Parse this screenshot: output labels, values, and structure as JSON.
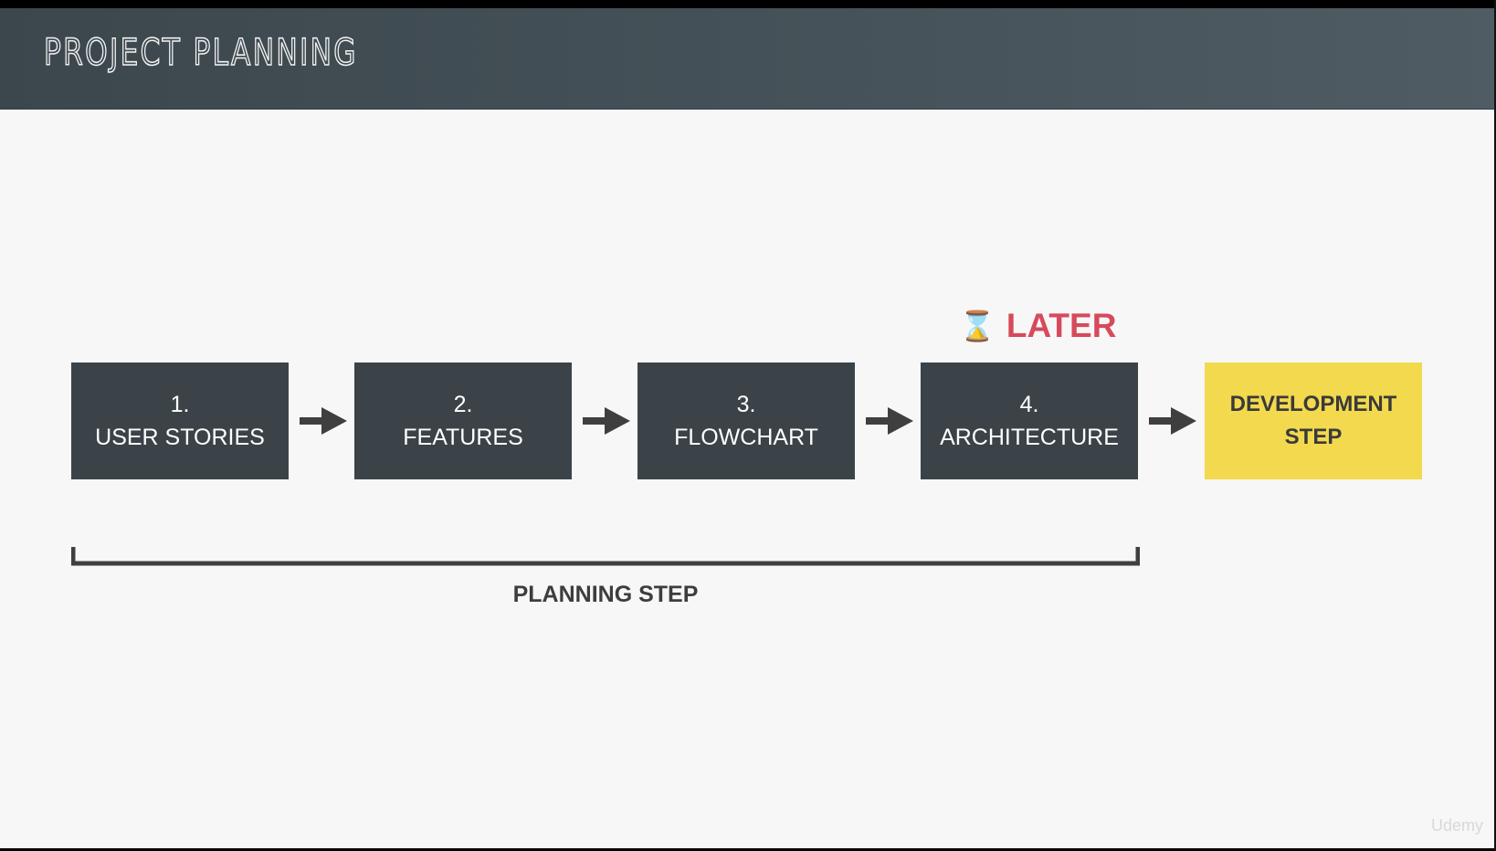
{
  "header": {
    "title": "PROJECT PLANNING"
  },
  "steps": [
    {
      "number": "1.",
      "label": "USER STORIES"
    },
    {
      "number": "2.",
      "label": "FEATURES"
    },
    {
      "number": "3.",
      "label": "FLOWCHART"
    },
    {
      "number": "4.",
      "label": "ARCHITECTURE"
    }
  ],
  "development": {
    "line1": "DEVELOPMENT",
    "line2": "STEP"
  },
  "later": {
    "icon": "hourglass-icon",
    "label": "LATER"
  },
  "planning_label": "PLANNING STEP",
  "watermark": "Udemy",
  "colors": {
    "header": "#414c52",
    "step_box": "#3b4348",
    "development_box": "#f2d94e",
    "later_text": "#d64a5c",
    "arrow": "#3f3f3f"
  }
}
